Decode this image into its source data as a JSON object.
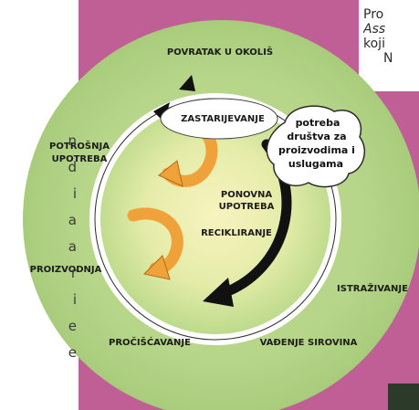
{
  "stages": {
    "return_to_env": "POVRATAK U OKOLIŠ",
    "obsolescence": "ZASTARIJEVANJE",
    "consumption": [
      "POTROŠNJA",
      "UPOTREBA"
    ],
    "reuse": [
      "PONOVNA",
      "UPOTREBA"
    ],
    "recycling": "RECIKLIRANJE",
    "production": "PROIZVODNJA",
    "research": "ISTRAŽIVANJE",
    "purification": "PROČIŠĆAVANJE",
    "extraction": "VAĐENJE SIROVINA"
  },
  "need_bubble": [
    "potreba",
    "društva za",
    "proizvodima i",
    "uslugama"
  ],
  "side_text": [
    "n",
    "d",
    "i",
    "a",
    "a",
    "r",
    "i",
    "e",
    "e"
  ],
  "corner_text": [
    "Pro",
    "Ass",
    "koji",
    "N"
  ],
  "colors": {
    "panel": "#bf5f95",
    "outer_ring": "#b0d282",
    "inner_disc_center": "#f7f1bb",
    "inner_disc_edge": "#b8d889",
    "orange_arrow": "#f0a23a",
    "black_arrow": "#111111",
    "text": "#1c1c1c"
  }
}
